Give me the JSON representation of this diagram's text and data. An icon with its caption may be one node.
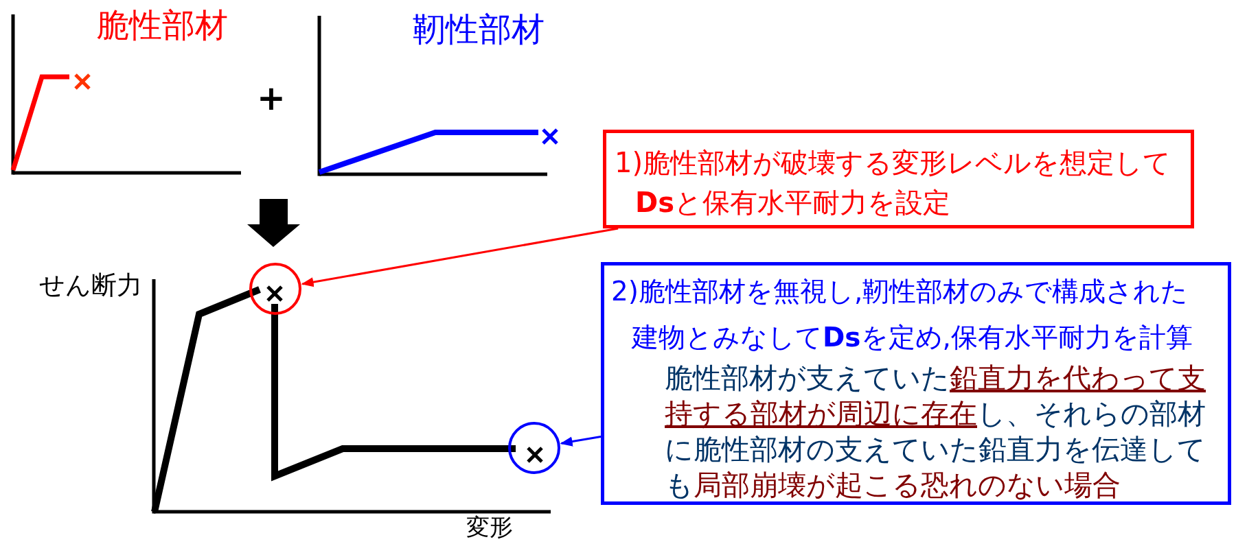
{
  "diagram": {
    "nodes": [
      {
        "text": [
          "1)脆性部材が破壊する変形レベルを想定して**Ds**と保有水平耐力を設定"
        ]
      },
      {
        "text": [],
        "shape": "circle"
      },
      {
        "text": [
          "2)脆性部材を無視し,靭性部材のみで構成された建物とみなして**Ds**を定め,保有水平耐力を計算",
          "脆性部材が支えていた",
          "鉛直力を代わって支持する部材が周辺に存在",
          "し、それらの部材に脆性部材の支えていた鉛直力を伝達しても",
          "局部崩壊が起こる恐れのない場合"
        ]
      },
      {
        "text": [],
        "shape": "circle"
      }
    ],
    "edges": [
      {
        "from": 0,
        "to": 1,
        "arrow": "to",
        "color": "#ff0000"
      },
      {
        "from": 2,
        "to": 3,
        "arrow": "to",
        "color": "#0000ff"
      }
    ],
    "labels": [
      "脆性部材",
      "靭性部材",
      "+",
      "せん断力",
      "変形"
    ]
  }
}
